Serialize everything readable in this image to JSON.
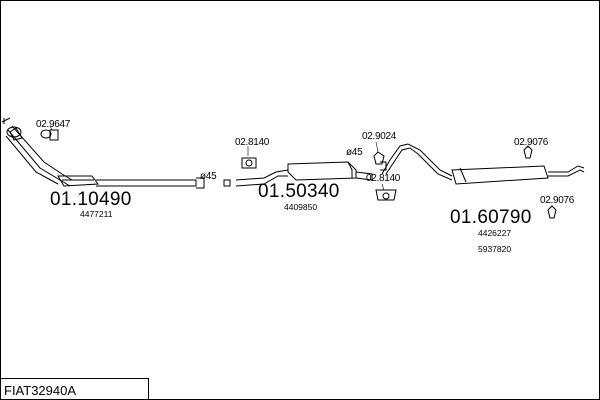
{
  "title": "FIAT32940A",
  "parts": {
    "front": {
      "number": "01.10490",
      "oe": "4477211"
    },
    "middle": {
      "number": "01.50340",
      "oe": "4409850"
    },
    "rear": {
      "number": "01.60790",
      "oe1": "4426227",
      "oe2": "5937820"
    }
  },
  "accessories": {
    "front_gasket": "02.9647",
    "mount_1": "02.8140",
    "clamp_1": "02.9024",
    "mount_2": "02.8140",
    "hanger_1": "02.9076",
    "hanger_2": "02.9076"
  },
  "pipe_sizes": {
    "clamp_front": "ø45",
    "clamp_mid": "ø45"
  }
}
